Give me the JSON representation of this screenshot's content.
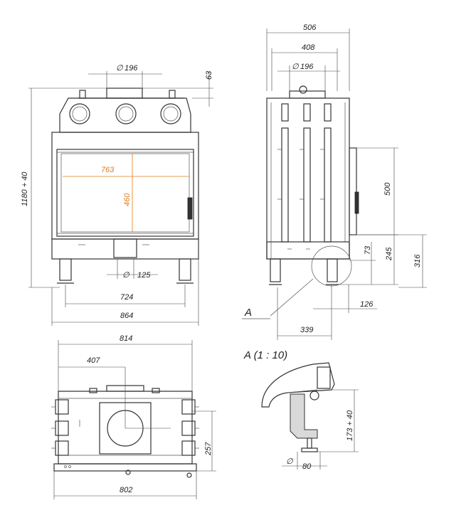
{
  "dimensions": {
    "front": {
      "flue_diameter": "196",
      "top_height": "63",
      "total_height": "1180 + 40",
      "glass_width": "763",
      "glass_height": "460",
      "air_inlet_diameter": "125",
      "leg_spacing": "724",
      "total_width": "864"
    },
    "side": {
      "total_depth": "506",
      "body_depth": "408",
      "flue_diameter": "196",
      "door_height": "500",
      "height_73": "73",
      "height_245": "245",
      "height_316": "316",
      "leg_offset": "126",
      "rear_offset": "339"
    },
    "top": {
      "outer_width": "814",
      "center_offset": "407",
      "depth": "257",
      "base_width": "802"
    },
    "detail": {
      "title": "A (1 : 10)",
      "adjust_height": "173 + 40",
      "foot_diameter": "80"
    }
  },
  "labels": {
    "detail_ref": "A",
    "diameter_symbol": "∅"
  }
}
